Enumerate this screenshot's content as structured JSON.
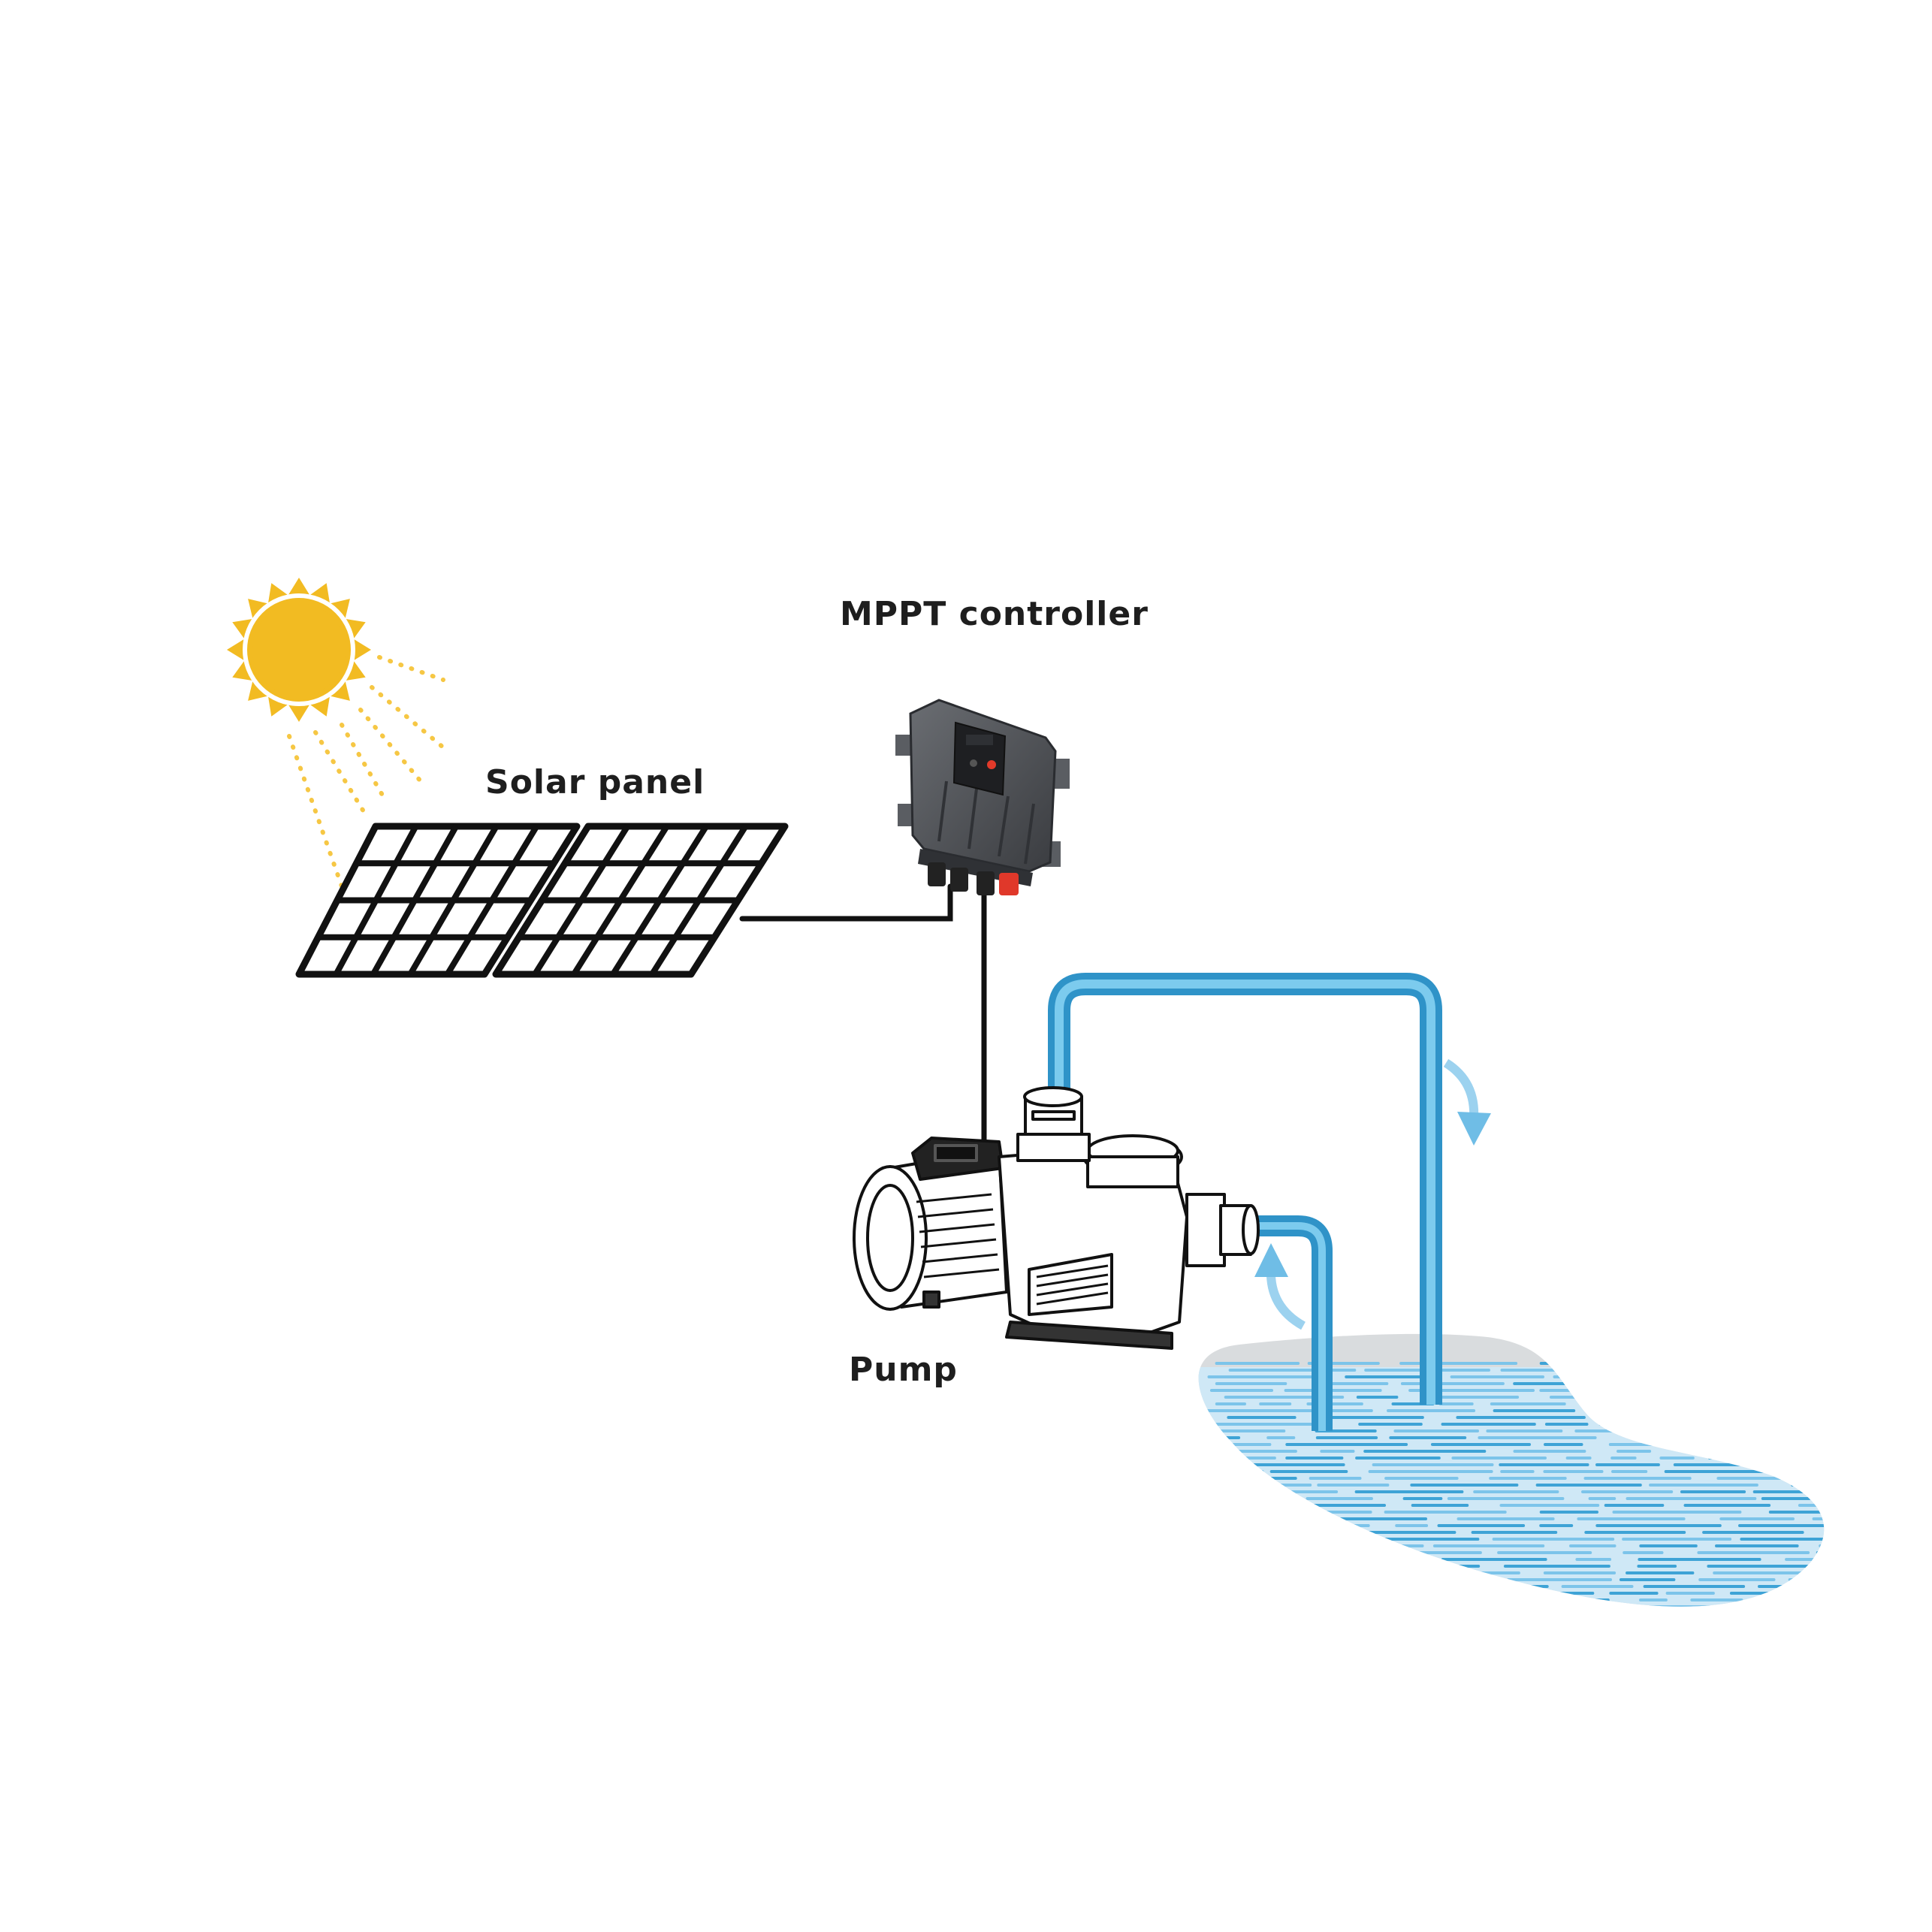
{
  "labels": {
    "controller": "MPPT controller",
    "solar_panel": "Solar panel",
    "pump": "Pump"
  },
  "icons": {
    "sun": "sun-icon",
    "panel": "solar-panel-icon",
    "controller": "controller-device-icon",
    "pump": "pump-icon",
    "water": "pond-icon",
    "flow_arrows": [
      "flow-arrow-down-icon",
      "flow-arrow-up-icon"
    ]
  },
  "colors": {
    "sun": "#f2bb22",
    "sun_rays": "#f6c744",
    "panel_stroke": "#111111",
    "cable": "#111111",
    "controller_body": "#4a4d52",
    "water_pipe": "#3ea3d6",
    "water_light": "#cfe8f6",
    "pond_shadow": "#d9dcde"
  }
}
